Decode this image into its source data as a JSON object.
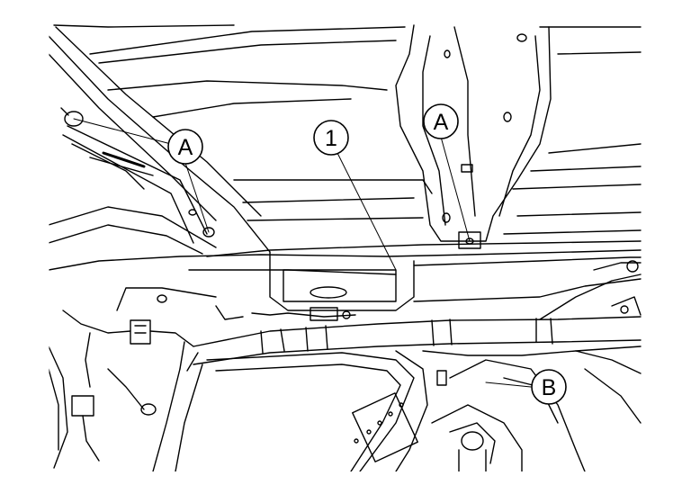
{
  "callouts": {
    "part1": "1",
    "clip_left": "A",
    "clip_right": "A",
    "bracket": "B"
  },
  "colors": {
    "line": "#000000",
    "background": "#ffffff"
  }
}
